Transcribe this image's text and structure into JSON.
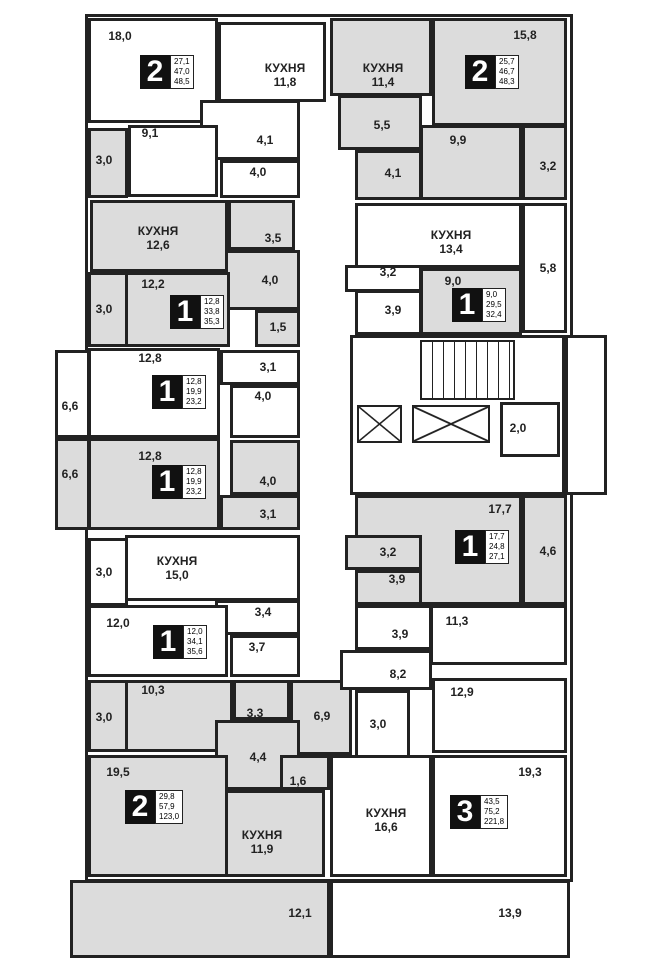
{
  "kitchen_label": "КУХНЯ",
  "rooms": [
    {
      "area": "18,0"
    },
    {
      "area": "11,8",
      "kitchen": true
    },
    {
      "area": "4,1"
    },
    {
      "area": "3,0"
    },
    {
      "area": "9,1"
    },
    {
      "area": "4,0"
    },
    {
      "area": "12,6",
      "kitchen": true
    },
    {
      "area": "3,5"
    },
    {
      "area": "4,0"
    },
    {
      "area": "3,0"
    },
    {
      "area": "12,2"
    },
    {
      "area": "1,5"
    },
    {
      "area": "12,8"
    },
    {
      "area": "6,6"
    },
    {
      "area": "3,1"
    },
    {
      "area": "4,0"
    },
    {
      "area": "12,8"
    },
    {
      "area": "6,6"
    },
    {
      "area": "4,0"
    },
    {
      "area": "3,1"
    },
    {
      "area": "3,0"
    },
    {
      "area": "15,0",
      "kitchen": true
    },
    {
      "area": "3,4"
    },
    {
      "area": "12,0"
    },
    {
      "area": "3,7"
    },
    {
      "area": "3,0"
    },
    {
      "area": "10,3"
    },
    {
      "area": "3,3"
    },
    {
      "area": "6,9"
    },
    {
      "area": "4,4"
    },
    {
      "area": "19,5"
    },
    {
      "area": "1,6"
    },
    {
      "area": "11,9",
      "kitchen": true
    },
    {
      "area": "11,4",
      "kitchen": true
    },
    {
      "area": "15,8"
    },
    {
      "area": "5,5"
    },
    {
      "area": "4,1"
    },
    {
      "area": "9,9"
    },
    {
      "area": "3,2"
    },
    {
      "area": "13,4",
      "kitchen": true
    },
    {
      "area": "5,8"
    },
    {
      "area": "3,2"
    },
    {
      "area": "9,0"
    },
    {
      "area": "3,9"
    },
    {
      "area": "2,0"
    },
    {
      "area": "17,7"
    },
    {
      "area": "4,6"
    },
    {
      "area": "3,2"
    },
    {
      "area": "3,9"
    },
    {
      "area": "3,9"
    },
    {
      "area": "11,3"
    },
    {
      "area": "8,2"
    },
    {
      "area": "12,9"
    },
    {
      "area": "3,0"
    },
    {
      "area": "16,6",
      "kitchen": true
    },
    {
      "area": "19,3"
    },
    {
      "area": "12,1"
    },
    {
      "area": "13,9"
    }
  ],
  "apartments": [
    {
      "rooms": "2",
      "living": "27,1",
      "total": "47,0",
      "total_full": "48,5"
    },
    {
      "rooms": "2",
      "living": "25,7",
      "total": "46,7",
      "total_full": "48,3"
    },
    {
      "rooms": "1",
      "living": "12,8",
      "total": "33,8",
      "total_full": "35,3"
    },
    {
      "rooms": "1",
      "living": "9,0",
      "total": "29,5",
      "total_full": "32,4"
    },
    {
      "rooms": "1",
      "living": "12,8",
      "total": "19,9",
      "total_full": "23,2"
    },
    {
      "rooms": "1",
      "living": "12,8",
      "total": "19,9",
      "total_full": "23,2"
    },
    {
      "rooms": "1",
      "living": "17,7",
      "total": "24,8",
      "total_full": "27,1"
    },
    {
      "rooms": "1",
      "living": "12,0",
      "total": "34,1",
      "total_full": "35,6"
    },
    {
      "rooms": "2",
      "living": "29,8",
      "total": "57,9",
      "total_full": "123,0"
    },
    {
      "rooms": "3",
      "living": "43,5",
      "total": "75,2",
      "total_full": "221,8"
    }
  ],
  "colors": {
    "apartment_fill": "#dcdcdc",
    "wall": "#222222"
  }
}
